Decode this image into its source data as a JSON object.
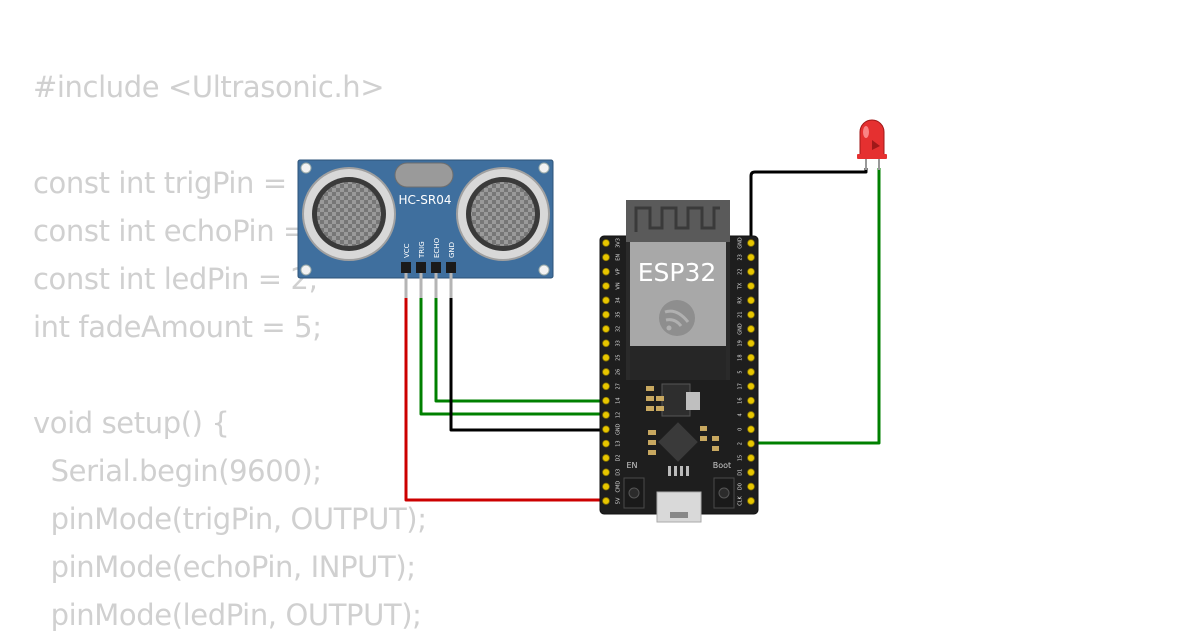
{
  "code_lines": [
    "#include <Ultrasonic.h>",
    "",
    "const int trigPin = 12;",
    "const int echoPin = 14;",
    "const int ledPin = 2;",
    "int fadeAmount = 5;",
    "",
    "void setup() {",
    "  Serial.begin(9600);",
    "  pinMode(trigPin, OUTPUT);",
    "  pinMode(echoPin, INPUT);",
    "  pinMode(ledPin, OUTPUT);"
  ],
  "sensor": {
    "model": "HC-SR04",
    "pins": [
      "VCC",
      "TRIG",
      "ECHO",
      "GND"
    ]
  },
  "board": {
    "name": "ESP32",
    "left_pins": [
      "3V3",
      "EN",
      "VP",
      "VN",
      "34",
      "35",
      "32",
      "33",
      "25",
      "26",
      "27",
      "14",
      "12",
      "GND",
      "13",
      "D2",
      "D3",
      "CMD",
      "5V"
    ],
    "right_pins": [
      "GND",
      "23",
      "22",
      "TX",
      "RX",
      "21",
      "GND",
      "19",
      "18",
      "5",
      "17",
      "16",
      "4",
      "0",
      "2",
      "15",
      "D1",
      "D0",
      "CLK"
    ],
    "button_en": "EN",
    "button_boot": "Boot"
  },
  "wire_colors": {
    "vcc": "#cc0000",
    "signal": "#008000",
    "ground": "#000000"
  },
  "led_color": "#e53030",
  "sensor_color": "#3f6f9e"
}
